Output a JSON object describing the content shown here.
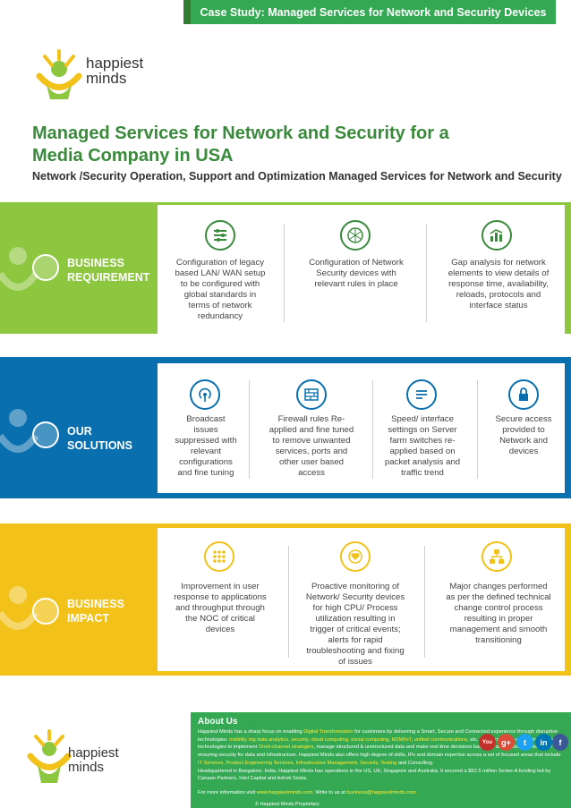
{
  "header": {
    "case_study": "Case Study: Managed Services for Network and Security Devices"
  },
  "logo": {
    "line1": "happiest",
    "line2": "minds"
  },
  "title": "Managed Services for Network and Security for a Media Company in USA",
  "subtitle": "Network /Security Operation, Support and Optimization Managed Services for Network and Security",
  "business_requirement": {
    "label_line1": "BUSINESS",
    "label_line2": "REQUIREMENT",
    "color": "#8dc63f",
    "items": [
      {
        "icon": "settings-list-icon",
        "text": "Configuration of legacy based LAN/ WAN setup to be configured with global standards in terms of network redundancy"
      },
      {
        "icon": "network-globe-icon",
        "text": "Configuration of  Network Security devices with relevant rules in place"
      },
      {
        "icon": "chart-analysis-icon",
        "text": "Gap analysis for network elements to view details of response time, availability, reloads, protocols and interface status"
      }
    ]
  },
  "our_solutions": {
    "label_line1": "OUR",
    "label_line2": "SOLUTIONS",
    "color": "#0a6fae",
    "items": [
      {
        "icon": "broadcast-icon",
        "text": "Broadcast issues suppressed with relevant configurations and fine tuning"
      },
      {
        "icon": "firewall-icon",
        "text": "Firewall rules Re-applied and fine tuned to remove unwanted services, ports and other user based access"
      },
      {
        "icon": "speed-settings-icon",
        "text": "Speed/ interface settings on Server farm switches re-applied based on packet analysis and traffic trend"
      },
      {
        "icon": "secure-lock-icon",
        "text": "Secure access provided to Network and devices"
      }
    ]
  },
  "business_impact": {
    "label_line1": "BUSINESS",
    "label_line2": "IMPACT",
    "color": "#f2c21b",
    "items": [
      {
        "icon": "grid-apps-icon",
        "text": "Improvement in user response to applications and throughput through the NOC of critical devices"
      },
      {
        "icon": "monitor-heart-icon",
        "text": "Proactive monitoring of Network/ Security devices for high CPU/ Process utilization resulting in trigger of critical events; alerts for rapid troubleshooting and fixing of issues"
      },
      {
        "icon": "hierarchy-icon",
        "text": "Major changes performed as per the defined technical change control process resulting in proper management and smooth transitioning"
      }
    ]
  },
  "about": {
    "title": "About Us",
    "p1_a": "Happiest Minds has a sharp focus on enabling ",
    "p1_hl1": "Digital Transformation",
    "p1_b": " for customers by delivering a Smart, Secure and Connected experience through disruptive technologies: ",
    "p1_hl2": "mobility, big data analytics, security, cloud computing, social computing, M2M/IoT, unified communications,",
    "p1_c": " etc. Enterprises are embracing these technologies to implement ",
    "p1_hl3": "Omni-channel strategies",
    "p1_d": ", manage structured & unstructured data and make real time decisions based on actionable insights, while ensuring security for data and infrastructure. Happiest Minds also offers high degree of skills, IPs and domain expertise across a set of focused areas that include ",
    "p1_hl4": "IT Services, Product Engineering Services, Infrastructure Management, Security, Testing",
    "p1_e": " and Consulting.",
    "p2": "Headquartered in Bangalore, India, Happiest Minds has operations in the US, UK, Singapore and Australia. It secured a $52.5 million Series-A funding led by Canaan Partners, Intel Capital and Ashok Soota.",
    "contact_a": "For more information visit ",
    "contact_url": "www.happiestminds.com",
    "contact_b": ". Write to us at ",
    "contact_email": "business@happiestminds.com",
    "copyright": "© Happiest Minds Proprietary"
  },
  "social": {
    "youtube": "You",
    "google": "g+",
    "twitter": "t",
    "linkedin": "in",
    "facebook": "f"
  }
}
